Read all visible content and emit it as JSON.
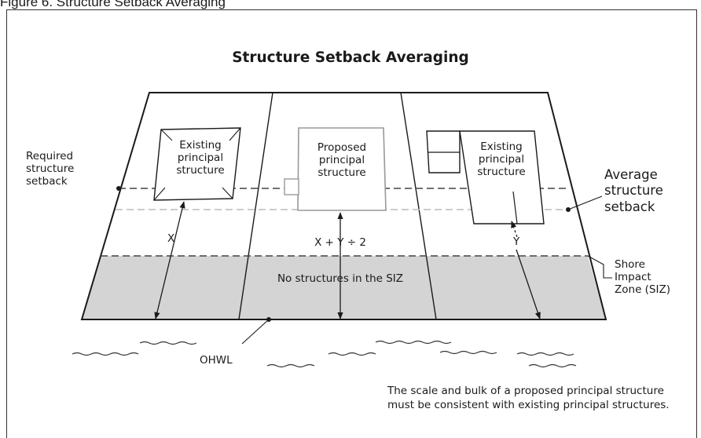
{
  "figure_caption": "Figure 6. Structure Setback Averaging",
  "title": "Structure Setback Averaging",
  "labels": {
    "required_setback": "Required\nstructure\nsetback",
    "average_setback": "Average\nstructure\nsetback",
    "shore_impact_zone": "Shore\nImpact\nZone (SIZ)",
    "existing_left": "Existing\nprincipal\nstructure",
    "proposed": "Proposed\nprincipal\nstructure",
    "existing_right": "Existing\nprincipal\nstructure",
    "x": "X",
    "x_plus_y": "X + Y ÷ 2",
    "y": "Y",
    "no_structures": "No structures in the SIZ",
    "ohwl": "OHWL",
    "note": "The scale and bulk of a proposed principal structure\nmust be consistent with existing principal structures."
  },
  "colors": {
    "siz_fill": "#d4d4d4",
    "line": "#1a1a1a",
    "dash": "#444444",
    "light_dash": "#bbbbbb",
    "gray_outline": "#999999"
  }
}
